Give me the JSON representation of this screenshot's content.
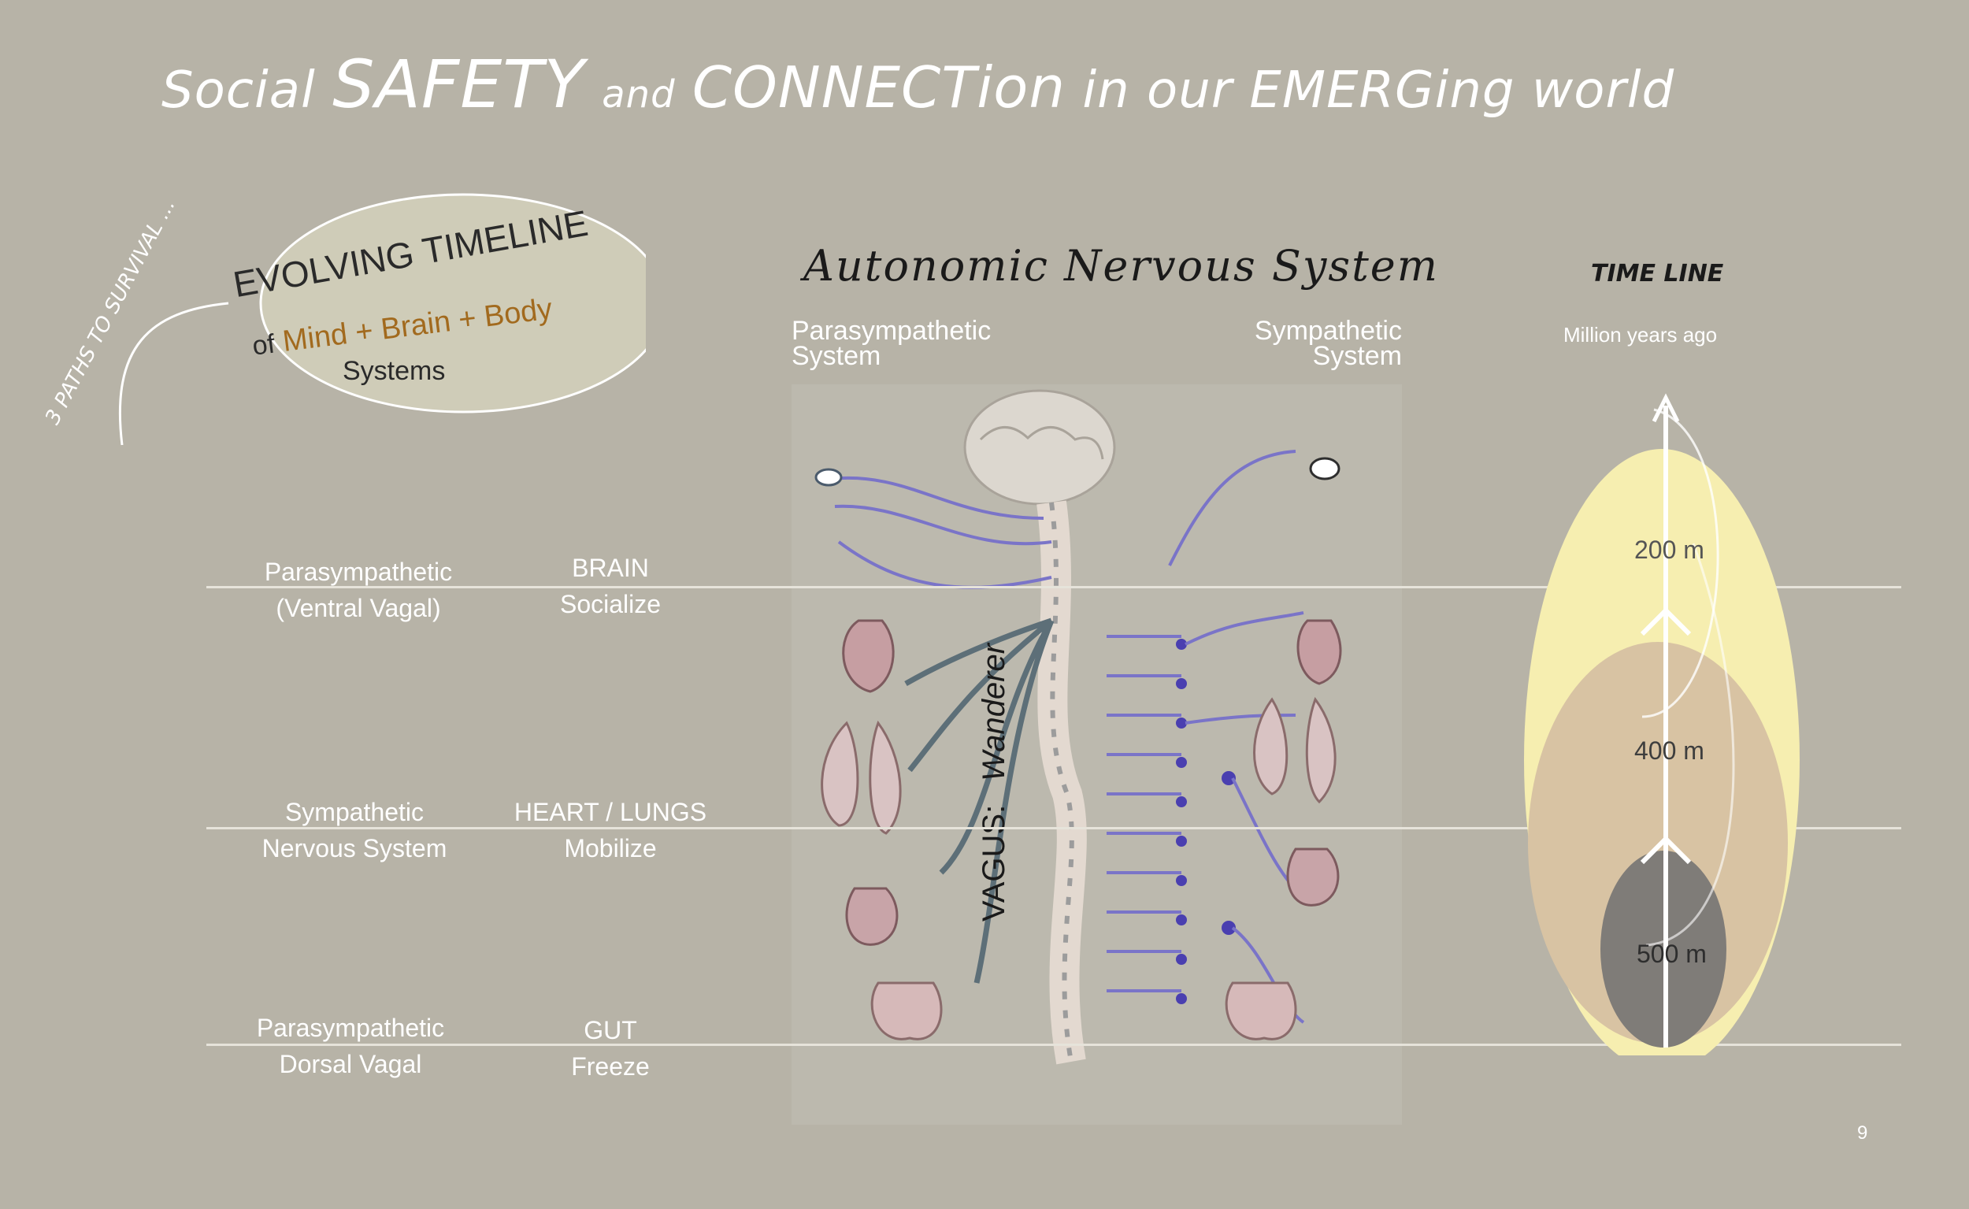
{
  "title": {
    "part1": "Social",
    "part2": "SAFETY",
    "part3": "and",
    "part4": "CONNECTion",
    "part5": "in our EMERGing world"
  },
  "bubble": {
    "arc_text": "3 PATHS TO SURVIVAL ...",
    "line1": "EVOLVING TIMELINE",
    "line2_of": "of",
    "line2_mbb": "Mind + Brain + Body",
    "line3": "Systems"
  },
  "ans": {
    "title": "Autonomic Nervous System",
    "left_label_1": "Parasympathetic",
    "left_label_2": "System",
    "right_label_1": "Sympathetic",
    "right_label_2": "System",
    "vagus_label": "VAGUS:",
    "vagus_word": "Wanderer"
  },
  "timeline": {
    "title": "TIME LINE",
    "subtitle": "Million years ago",
    "eras": [
      {
        "label": "200 m",
        "color": "#f6eeb0"
      },
      {
        "label": "400 m",
        "color": "#d8c3a3"
      },
      {
        "label": "500 m",
        "color": "#7f7c78"
      }
    ]
  },
  "rows": [
    {
      "system_1": "Parasympathetic",
      "system_2": "(Ventral Vagal)",
      "organ": "BRAIN",
      "action": "Socialize"
    },
    {
      "system_1": "Sympathetic",
      "system_2": "Nervous System",
      "organ": "HEART / LUNGS",
      "action": "Mobilize"
    },
    {
      "system_1": "Parasympathetic",
      "system_2": "Dorsal Vagal",
      "organ": "GUT",
      "action": "Freeze"
    }
  ],
  "page_number": "9"
}
